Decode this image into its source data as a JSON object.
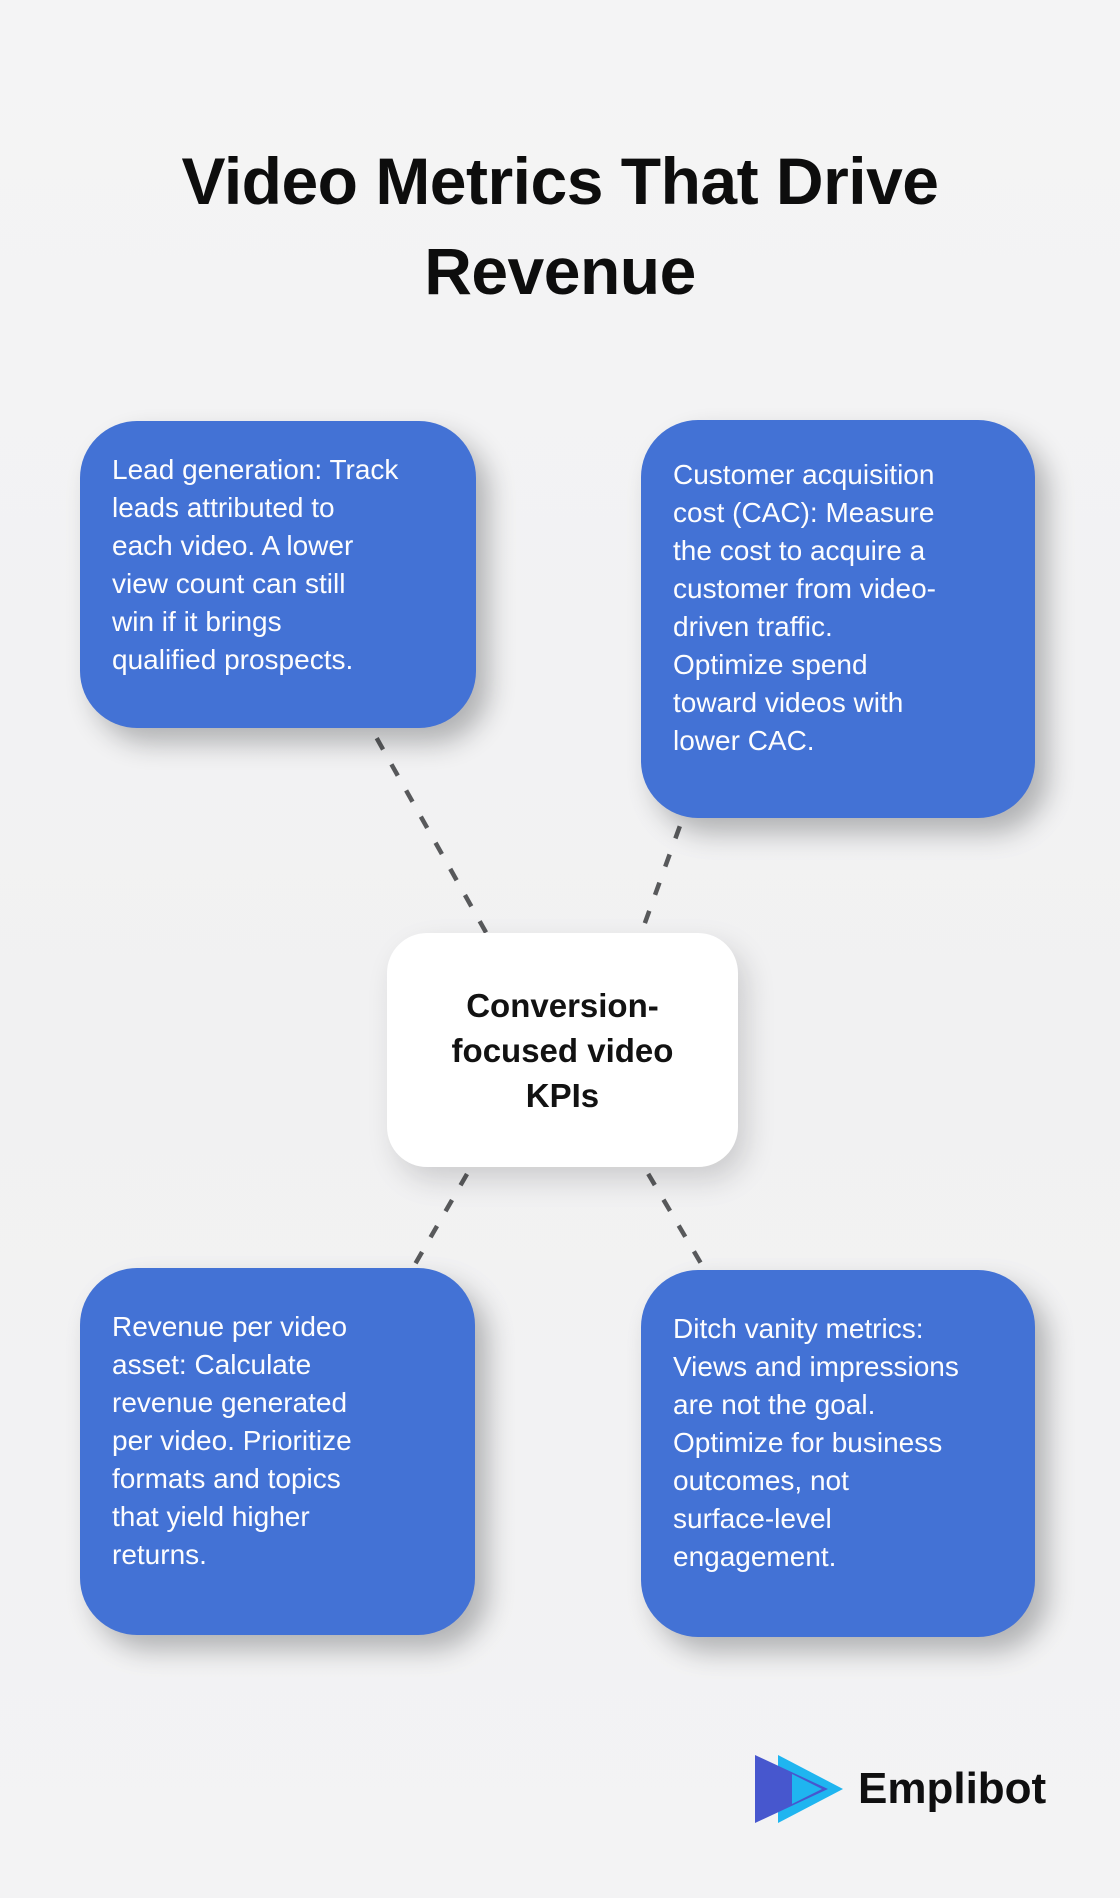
{
  "title": "Video Metrics That Drive\nRevenue",
  "center": {
    "label": "Conversion-\nfocused video\nKPIs"
  },
  "nodes": {
    "top_left": {
      "text": "Lead generation: Track\nleads attributed to\neach video. A lower\nview count can still\nwin if it brings\nqualified prospects."
    },
    "top_right": {
      "text": "Customer acquisition\ncost (CAC): Measure\nthe cost to acquire a\ncustomer from video-\ndriven traffic.\nOptimize spend\ntoward videos with\nlower CAC."
    },
    "bottom_left": {
      "text": "Revenue per video\nasset: Calculate\nrevenue generated\nper video. Prioritize\nformats and topics\nthat yield higher\nreturns."
    },
    "bottom_right": {
      "text": "Ditch vanity metrics:\nViews and impressions\nare not the goal.\nOptimize for business\noutcomes, not\nsurface-level\nengagement."
    }
  },
  "brand": {
    "name": "Emplibot",
    "icon": "play-triangles-icon"
  },
  "colors": {
    "background": "#f2f2f3",
    "node_blue": "#4372d5",
    "node_text": "#fdfdfe",
    "center_bg": "#ffffff",
    "center_text": "#121212",
    "title_text": "#0d0d0d",
    "connector_gray": "#58595b",
    "logo_indigo": "#4757ce",
    "logo_cyan": "#1fb5f0",
    "logo_text": "#0f0f10"
  }
}
